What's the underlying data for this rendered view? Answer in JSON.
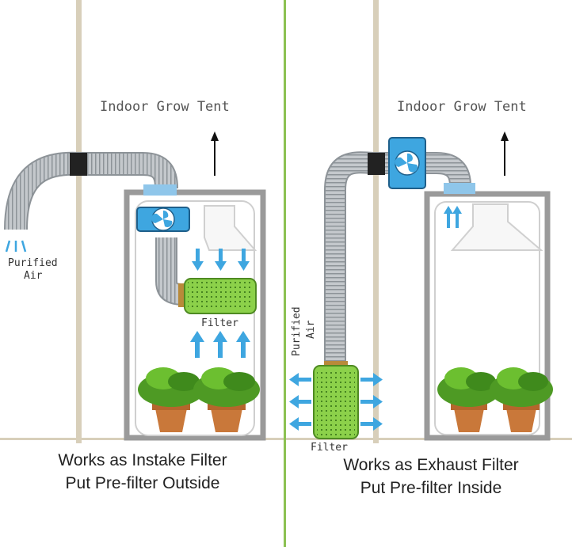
{
  "left": {
    "tent_label": "Indoor Grow Tent",
    "purified_air_line1": "Purified",
    "purified_air_line2": "Air",
    "filter_label": "Filter",
    "caption_line1": "Works as Instake Filter",
    "caption_line2": "Put Pre-filter Outside"
  },
  "right": {
    "tent_label": "Indoor Grow Tent",
    "purified_air_line1": "Purified",
    "purified_air_line2": "Air",
    "filter_label": "Filter",
    "caption_line1": "Works as Exhaust Filter",
    "caption_line2": "Put Pre-filter Inside"
  },
  "colors": {
    "wall": "#d8cfba",
    "tent_frame": "#9a9a9a",
    "duct": "#b9bec4",
    "fan_blue": "#3ea6e0",
    "arrow_blue": "#3ea6e0",
    "filter_green": "#8cd14a",
    "plant_green": "#4e9a24",
    "pot": "#c9783a",
    "divider_green": "#8cc152"
  },
  "icons": [
    "fan-icon",
    "air-arrow-icon",
    "up-arrow-icon",
    "plant-icon",
    "carbon-filter-icon",
    "duct-hose-icon"
  ]
}
